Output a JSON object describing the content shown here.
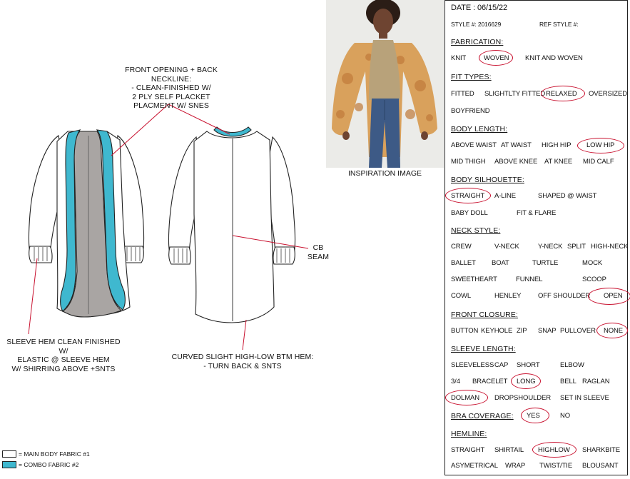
{
  "notes": {
    "front_opening": "FRONT OPENING + BACK NECKLINE:\n- CLEAN-FINISHED W/\n2 PLY SELF PLACKET\nPLACMENT W/ SNES",
    "cb_seam": "CB\nSEAM",
    "sleeve_hem": "SLEEVE HEM CLEAN FINISHED W/\nELASTIC @ SLEEVE HEM\nW/ SHIRRING ABOVE +SNTS",
    "btm_hem": "CURVED SLIGHT HIGH-LOW BTM HEM:\n- TURN BACK & SNTS"
  },
  "inspiration_label": "INSPIRATION IMAGE",
  "legend": [
    {
      "label": "= MAIN BODY FABRIC #1",
      "color": "#ffffff"
    },
    {
      "label": "= COMBO FABRIC #2",
      "color": "#3fb8cf"
    }
  ],
  "colors": {
    "combo": "#3fb8cf",
    "lining": "#a9a5a3",
    "circle": "#c8102e"
  },
  "spec": {
    "date": "DATE : 06/15/22",
    "style": "STYLE #: 2016629",
    "ref_style": "REF STYLE #:",
    "fabrication": {
      "heading": "FABRICATION:",
      "options": [
        "KNIT",
        "WOVEN",
        "KNIT AND WOVEN"
      ],
      "selected": "WOVEN"
    },
    "fit_types": {
      "heading": "FIT TYPES:",
      "options": [
        "FITTED",
        "SLIGHTLTY FITTED",
        "RELAXED",
        "OVERSIZED",
        "BOYFRIEND"
      ],
      "selected": "RELAXED"
    },
    "body_length": {
      "heading": "BODY LENGTH:",
      "options": [
        "ABOVE WAIST",
        "AT WAIST",
        "HIGH HIP",
        "LOW HIP",
        "MID THIGH",
        "ABOVE KNEE",
        "AT KNEE",
        "MID CALF"
      ],
      "selected": "LOW HIP"
    },
    "body_silhouette": {
      "heading": "BODY SILHOUETTE:",
      "options": [
        "STRAIGHT",
        "A-LINE",
        "SHAPED @ WAIST",
        "BABY DOLL",
        "FIT & FLARE"
      ],
      "selected": "STRAIGHT"
    },
    "neck_style": {
      "heading": "NECK STYLE:",
      "options": [
        "CREW",
        "V-NECK",
        "Y-NECK",
        "SPLIT",
        "HIGH-NECK",
        "BALLET",
        "BOAT",
        "TURTLE",
        "MOCK",
        "SWEETHEART",
        "FUNNEL",
        "SCOOP",
        "COWL",
        "HENLEY",
        "OFF SHOULDER",
        "OPEN"
      ],
      "selected": "OPEN"
    },
    "front_closure": {
      "heading": "FRONT CLOSURE:",
      "options": [
        "BUTTON",
        "KEYHOLE",
        "ZIP",
        "SNAP",
        "PULLOVER",
        "NONE"
      ],
      "selected": "NONE"
    },
    "sleeve_length": {
      "heading": "SLEEVE LENGTH:",
      "options": [
        "SLEEVELESS",
        "CAP",
        "SHORT",
        "ELBOW",
        "3/4",
        "BRACELET",
        "LONG",
        "BELL",
        "RAGLAN",
        "DOLMAN",
        "DROPSHOULDER",
        "SET IN SLEEVE"
      ],
      "selected": [
        "LONG",
        "DOLMAN"
      ]
    },
    "bra_coverage": {
      "heading": "BRA COVERAGE:",
      "options": [
        "YES",
        "NO"
      ],
      "selected": "YES"
    },
    "hemline": {
      "heading": "HEMLINE:",
      "options": [
        "STRAIGHT",
        "SHIRTAIL",
        "HIGHLOW",
        "SHARKBITE",
        "ASYMETRICAL",
        "WRAP",
        "TWIST/TIE",
        "BLOUSANT"
      ],
      "selected": "HIGHLOW"
    }
  }
}
